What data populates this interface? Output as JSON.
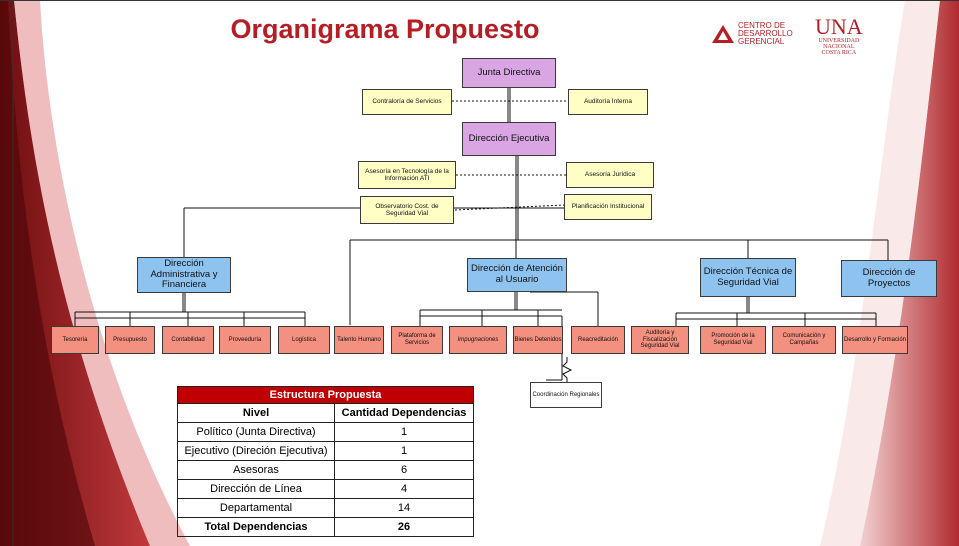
{
  "title": "Organigrama Propuesto",
  "logos": {
    "cdg": [
      "CENTRO DE",
      "DESARROLLO",
      "GERENCIAL"
    ],
    "una": {
      "main": "UNA",
      "sub1": "UNIVERSIDAD",
      "sub2": "NACIONAL",
      "sub3": "COSTA RICA"
    }
  },
  "org": {
    "junta": "Junta Directiva",
    "contraloria": "Contraloría de Servicios",
    "auditoria": "Auditoría Interna",
    "direccion_ejecutiva": "Dirección Ejecutiva",
    "asesoria_ti": "Asesoría en Tecnología de la Información ATI",
    "asesoria_juridica": "Asesoría Jurídica",
    "observatorio": "Observatorio Cost. de Seguridad Vial",
    "planificacion": "Planificación Institucional",
    "dir_admin": "Dirección Administrativa y Financiera",
    "dir_atencion": "Dirección de Atención al Usuario",
    "dir_tecnica": "Dirección Técnica de Seguridad Vial",
    "dir_proyectos": "Dirección de Proyectos",
    "tesoreria": "Tesorería",
    "presupuesto": "Presupuesto",
    "contabilidad": "Contabilidad",
    "proveeduria": "Proveeduría",
    "logistica": "Logística",
    "talento": "Talento Humano",
    "plataforma": "Plataforma de Servicios",
    "impugnaciones": "Impugnaciones",
    "bienes": "Bienes Detenidos",
    "reacreditacion": "Reacreditación",
    "auditoria_vial": "Auditoría y Fiscalización Seguridad Vial",
    "promocion": "Promoción de la Seguridad Vial",
    "comunicacion": "Comunicación y Campañas",
    "desarrollo": "Desarrollo y Formación",
    "coordinacion": "Coordinación Regionales"
  },
  "table": {
    "caption": "Estructura Propuesta",
    "headers": [
      "Nivel",
      "Cantidad Dependencias"
    ],
    "rows": [
      [
        "Político (Junta Directiva)",
        "1"
      ],
      [
        "Ejecutivo (Direción Ejecutiva)",
        "1"
      ],
      [
        "Asesoras",
        "6"
      ],
      [
        "Dirección de Línea",
        "4"
      ],
      [
        "Departamental",
        "14"
      ]
    ],
    "total": [
      "Total Dependencias",
      "26"
    ]
  },
  "colors": {
    "accent": "#b41e24",
    "purple": "#d9a6e3",
    "yellow": "#ffffc5",
    "blue": "#8ec3f0",
    "salmon": "#f4907f",
    "table_header": "#c00000"
  }
}
